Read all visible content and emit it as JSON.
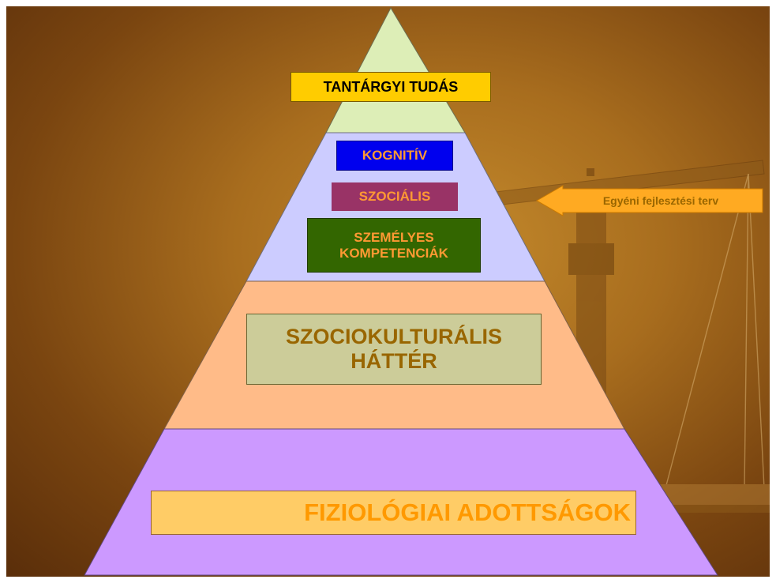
{
  "pyramid": {
    "levels": [
      {
        "id": "tier-1-top",
        "color": "#ddeeb7",
        "labels": [
          "TANTÁRGYI TUDÁS"
        ]
      },
      {
        "id": "tier-2",
        "color": "#ccccff",
        "labels": [
          "KOGNITÍV",
          "SZOCIÁLIS",
          "SZEMÉLYES KOMPETENCIÁK"
        ]
      },
      {
        "id": "tier-3",
        "color": "#ffbb88",
        "labels": [
          "SZOCIOKULTURÁLIS HÁTTÉR"
        ]
      },
      {
        "id": "tier-4-base",
        "color": "#cc99ff",
        "labels": [
          "FIZIOLÓGIAI ADOTTSÁGOK"
        ]
      }
    ],
    "label_colors": {
      "tantargyi_bg": "#ffcc00",
      "kognitiv_bg": "#0000ee",
      "szocialis_bg": "#993366",
      "szemelyes_bg": "#336600",
      "szociokulturalis_bg": "#cccc99",
      "fiziologiai_bg": "#ffcc66",
      "accent_text": "#ff9933"
    }
  },
  "labels": {
    "tantargyi": "TANTÁRGYI TUDÁS",
    "kognitiv": "KOGNITÍV",
    "szocialis": "SZOCIÁLIS",
    "szemelyes_line1": "SZEMÉLYES",
    "szemelyes_line2": "KOMPETENCIÁK",
    "szociokulturalis_line1": "SZOCIOKULTURÁLIS",
    "szociokulturalis_line2": "HÁTTÉR",
    "fiziologiai": "FIZIOLÓGIAI ADOTTSÁGOK"
  },
  "callout": {
    "text": "Egyéni fejlesztési terv",
    "fill": "#ffaa22"
  },
  "background": {
    "decoration": "scales-of-justice-icon",
    "base_color": "#a86d1e"
  }
}
